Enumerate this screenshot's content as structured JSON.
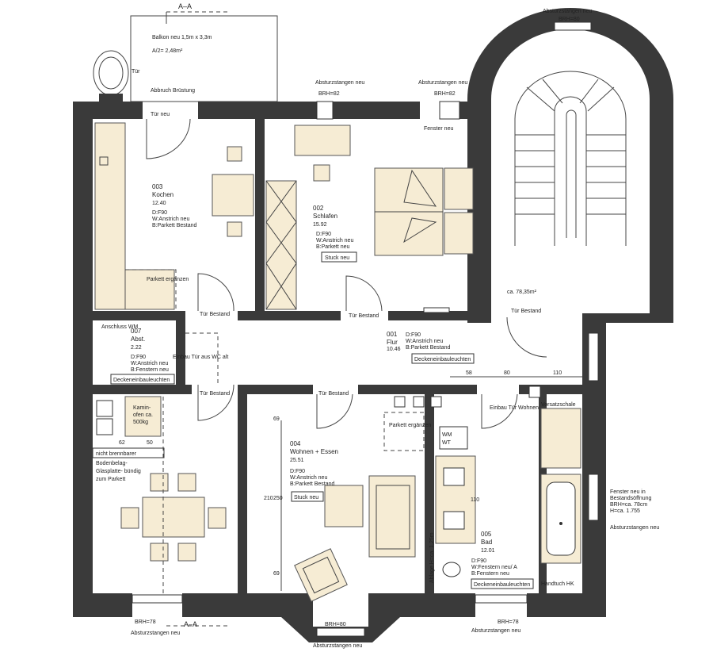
{
  "section": {
    "top": "A–A",
    "bottom": "A–A"
  },
  "balcony": {
    "line1": "Balkon neu 1,5m x 3,3m",
    "line2": "A/2= 2,48m²",
    "demolish": "Abbruch Brüstung",
    "door": "Tür"
  },
  "stair": {
    "top": "Absturzstangen neu",
    "brh": "BRH=80",
    "area": "ca. 78,35m²",
    "door": "Tür Bestand"
  },
  "rooms": {
    "kitchen": {
      "num": "003",
      "name": "Kochen",
      "area": "12.40",
      "l1": "D:F90",
      "l2": "W:Anstrich neu",
      "l3": "B:Parkett Bestand",
      "door_new": "Tür neu",
      "parkett": "Parkett ergänzen",
      "door": "Tür Bestand"
    },
    "bedroom": {
      "num": "002",
      "name": "Schlafen",
      "area": "15.92",
      "l1": "D:F90",
      "l2": "W:Anstrich neu",
      "l3": "B:Parkett neu",
      "stuck": "Stuck neu",
      "window": "Fenster neu",
      "door": "Tür Bestand",
      "rail1": "Absturzstangen neu",
      "brh1": "BRH=82",
      "rail2": "Absturzstangen neu",
      "brh2": "BRH=82"
    },
    "hall": {
      "num": "001",
      "name": "Flur",
      "area": "10.46",
      "l1": "D:F90",
      "l2": "W:Anstrich neu",
      "l3": "B:Parkett Bestand",
      "lights": "Deckeneinbauleuchten"
    },
    "storage": {
      "num": "007",
      "name": "Abst.",
      "area": "2.22",
      "l1": "D:F90",
      "l2": "W:Anstrich neu",
      "l3": "B:Fenstern neu",
      "conn": "Anschluss WM",
      "wc": "Einbau Tür aus WC alt",
      "lights": "Deckeneinbauleuchten",
      "door": "Tür Bestand"
    },
    "living": {
      "num": "004",
      "name": "Wohnen + Essen",
      "area": "25.51",
      "l1": "D:F90",
      "l2": "W:Anstrich neu",
      "l3": "B:Parkett Bestand",
      "stuck": "Stuck neu",
      "door": "Tür Bestand",
      "parkett": "Parkett ergänzen",
      "kamin1": "Kamin-",
      "kamin2": "ofen ca.",
      "kamin3": "500kg",
      "dim1": "62",
      "dim2": "50",
      "floor1": "nicht brennbarer",
      "floor2": "Bodenbelag-",
      "floor3": "Glasplatte- bündig",
      "floor4": "zum Parkett",
      "brh_l": "BRH=78",
      "rail_l": "Absturzstangen neu",
      "brh_b": "BRH=80",
      "rail_b": "Absturzstangen neu",
      "dim_a": "69",
      "dim_b": "250",
      "dim_c": "210",
      "dim_d": "69"
    },
    "bath": {
      "num": "005",
      "name": "Bad",
      "area": "12.01",
      "l1": "D:F90",
      "l2": "W:Fenstern neu/ A",
      "l3": "B:Fenstern neu",
      "lights": "Deckeneinbauleuchten",
      "door": "Einbau Tür Wohnen",
      "vorsatz": "Vorsatzschale",
      "towel": "Handtuch HK",
      "ablage": "Ablage H=ca. 1,25m",
      "wm": "WM",
      "wt": "WT",
      "brh": "BRH=78",
      "rail": "Absturzstangen neu",
      "dim": "110"
    }
  },
  "window_right": {
    "l1": "Fenster neu in",
    "l2": "Bestandsöffnung",
    "l3": "BRH=ca. 78cm",
    "l4": "H=ca. 1.755",
    "rail": "Absturzstangen neu"
  },
  "dims": {
    "d1": "58",
    "d2": "80",
    "d3": "110"
  }
}
